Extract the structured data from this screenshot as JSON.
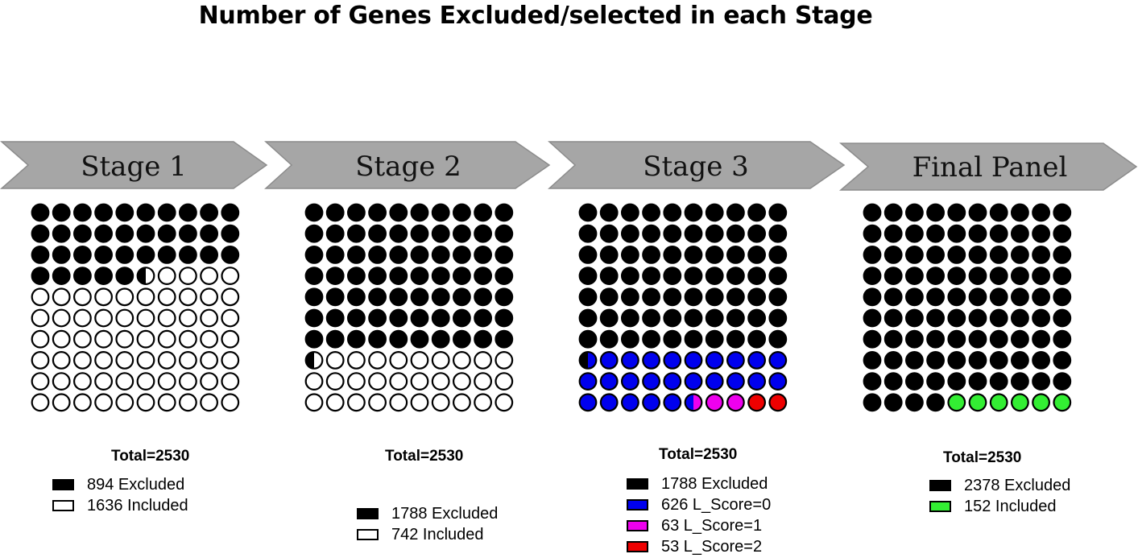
{
  "title": "Number of Genes Excluded/selected in each Stage",
  "colors": {
    "excluded": "#000000",
    "included": "#ffffff",
    "score0": "#0000ee",
    "score1": "#ee00ee",
    "score2": "#ee0000",
    "final_included": "#33ee33",
    "chevron_fill": "#a6a6a6",
    "chevron_stroke": "#8c8c8c"
  },
  "chart_data": [
    {
      "type": "waffle",
      "stage_label": "Stage 1",
      "total_label": "Total=2530",
      "total": 2530,
      "grid": [
        10,
        10
      ],
      "series": [
        {
          "name": "Excluded",
          "value": 894,
          "color": "#000000",
          "legend": "894 Excluded"
        },
        {
          "name": "Included",
          "value": 1636,
          "color": "#ffffff",
          "legend": "1636 Included"
        }
      ]
    },
    {
      "type": "waffle",
      "stage_label": "Stage 2",
      "total_label": "Total=2530",
      "total": 2530,
      "grid": [
        10,
        10
      ],
      "series": [
        {
          "name": "Excluded",
          "value": 1788,
          "color": "#000000",
          "legend": "1788 Excluded"
        },
        {
          "name": "Included",
          "value": 742,
          "color": "#ffffff",
          "legend": "742 Included"
        }
      ]
    },
    {
      "type": "waffle",
      "stage_label": "Stage 3",
      "total_label": "Total=2530",
      "total": 2530,
      "grid": [
        10,
        10
      ],
      "series": [
        {
          "name": "Excluded",
          "value": 1788,
          "color": "#000000",
          "legend": "1788 Excluded"
        },
        {
          "name": "L_Score=0",
          "value": 626,
          "color": "#0000ee",
          "legend": "626 L_Score=0"
        },
        {
          "name": "L_Score=1",
          "value": 63,
          "color": "#ee00ee",
          "legend": "63 L_Score=1"
        },
        {
          "name": "L_Score=2",
          "value": 53,
          "color": "#ee0000",
          "legend": "53 L_Score=2"
        }
      ]
    },
    {
      "type": "waffle",
      "stage_label": "Final Panel",
      "total_label": "Total=2530",
      "total": 2530,
      "grid": [
        10,
        10
      ],
      "series": [
        {
          "name": "Excluded",
          "value": 2378,
          "color": "#000000",
          "legend": "2378 Excluded"
        },
        {
          "name": "Included",
          "value": 152,
          "color": "#33ee33",
          "legend": "152 Included"
        }
      ]
    }
  ]
}
